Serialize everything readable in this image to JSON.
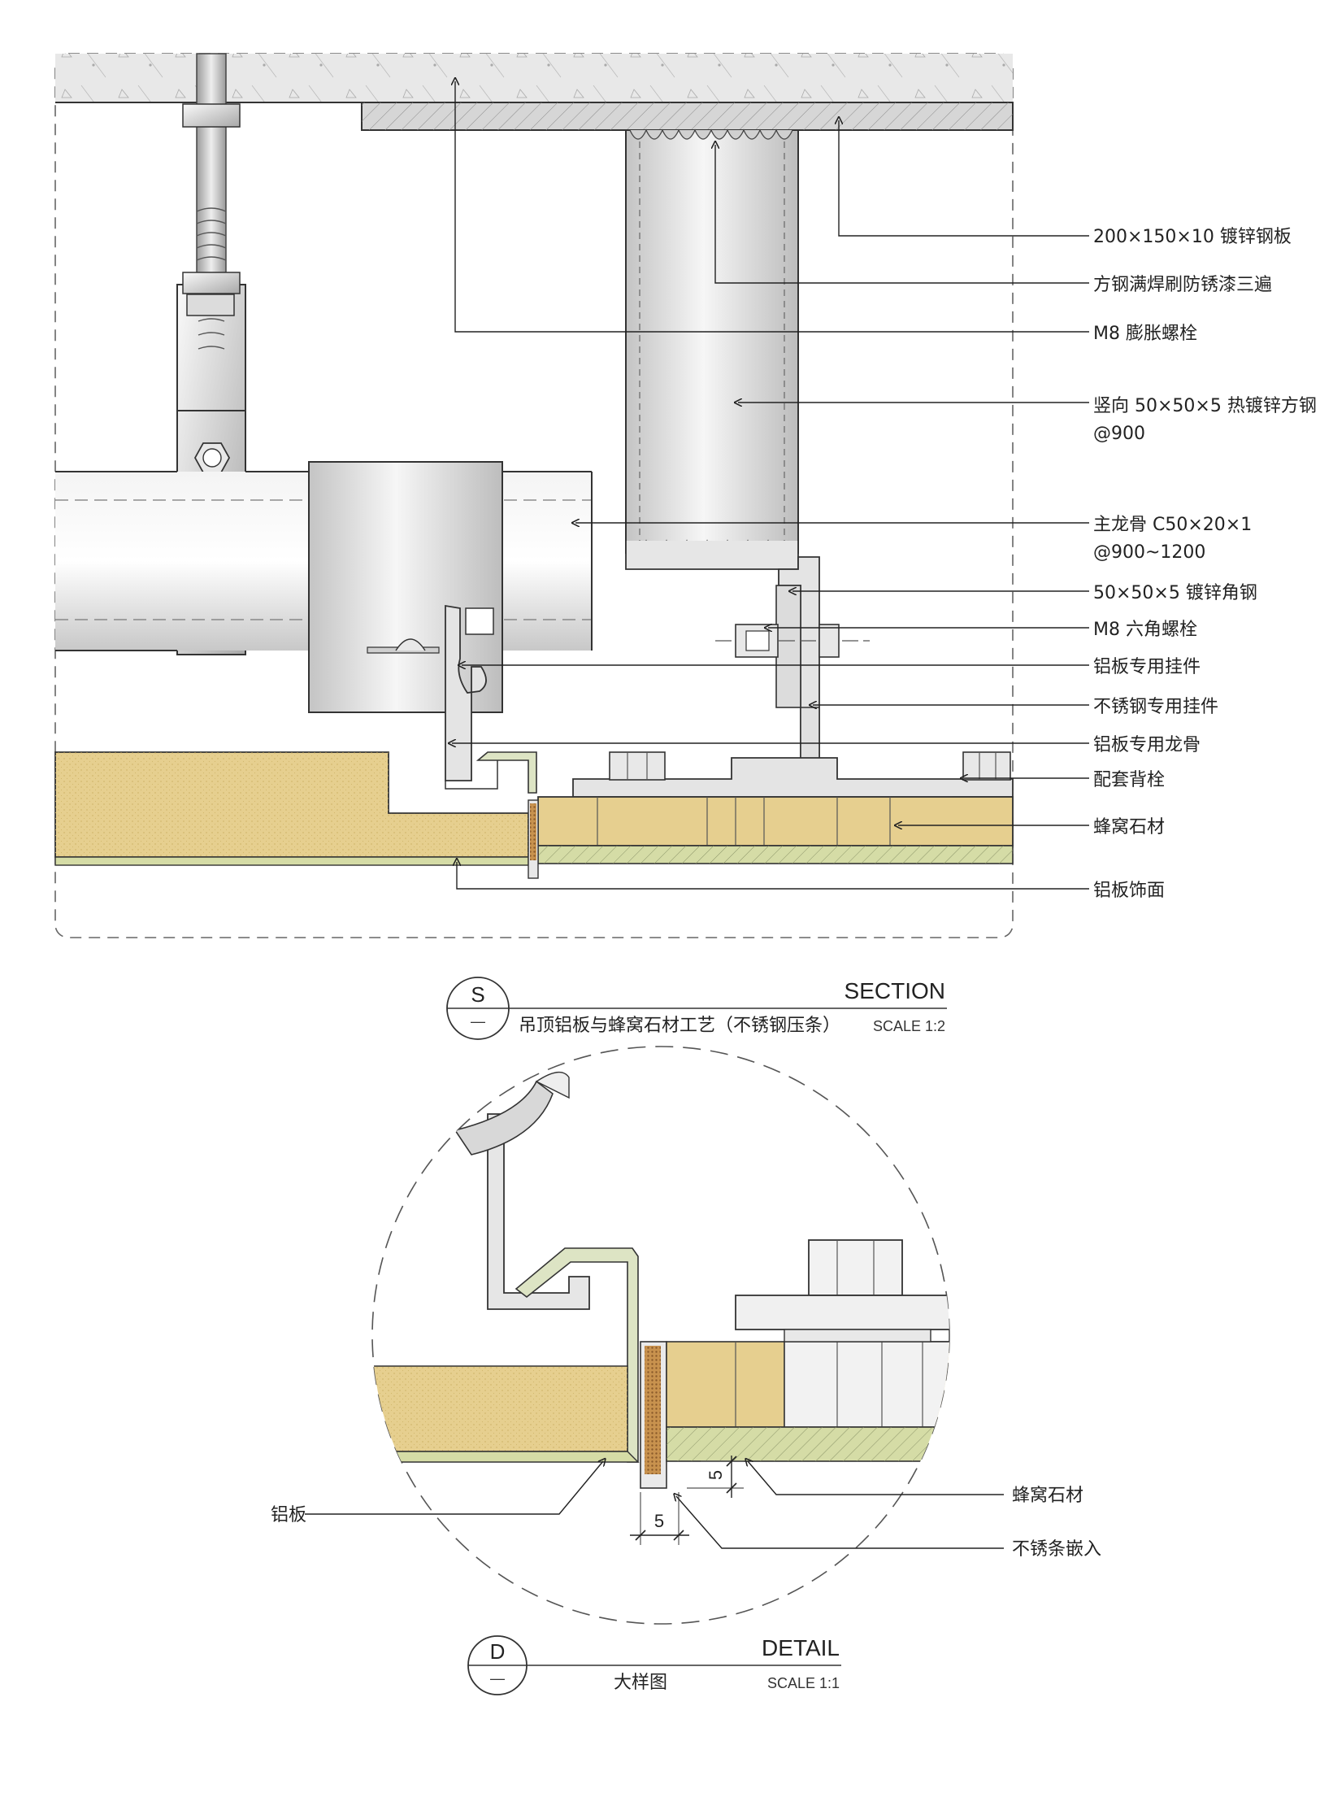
{
  "section": {
    "labels": [
      "200×150×10 镀锌钢板",
      "方钢满焊刷防锈漆三遍",
      "M8 膨胀螺栓",
      "竖向 50×50×5 热镀锌方钢",
      "@900",
      "主龙骨 C50×20×1",
      "@900~1200",
      "50×50×5 镀锌角钢",
      "M8 六角螺栓",
      "铝板专用挂件",
      "不锈钢专用挂件",
      "铝板专用龙骨",
      "配套背栓",
      "蜂窝石材",
      "铝板饰面"
    ],
    "title_code": "S",
    "title_sub": "—",
    "title_type": "SECTION",
    "title_name": "吊顶铝板与蜂窝石材工艺（不锈钢压条）",
    "title_scale": "SCALE 1:2"
  },
  "detail": {
    "labels": {
      "aluminum": "铝板",
      "honeycomb": "蜂窝石材",
      "strip": "不锈条嵌入"
    },
    "dim_h": "5",
    "dim_v": "5",
    "title_code": "D",
    "title_sub": "—",
    "title_type": "DETAIL",
    "title_name": "大样图",
    "title_scale": "SCALE 1:1"
  },
  "colors": {
    "stone": "#e6cf8f",
    "stone_base": "#d5dca6",
    "metal_light": "#f2f2f2",
    "metal_dark": "#b8b8b8",
    "concrete": "#e8e8e8",
    "steel_plate": "#d6d6d6"
  }
}
